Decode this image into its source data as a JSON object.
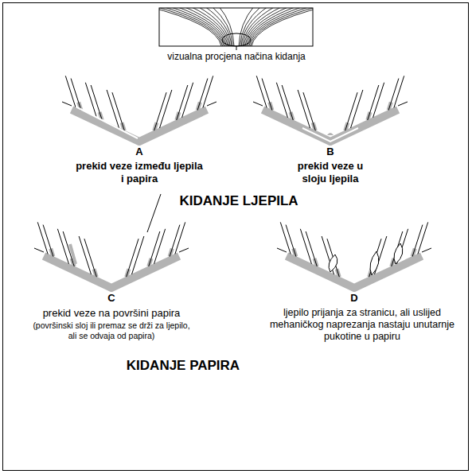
{
  "diagram": {
    "labels": [
      "vizualna procjena načina kidanja",
      "A",
      "prekid veze između ljepila i papira",
      "B",
      "prekid veze u sloju ljepila",
      "KIDANJE LJEPILA",
      "C",
      "prekid veze na površini papira",
      "(površinski sloj ili premaz se drži za ljepilo, ali se odvaja od papira)",
      "D",
      "ljepilo prijanja za stranicu, ali uslijed mehaničkog naprezanja nastaju unutarnje pukotine u papiru",
      "KIDANJE PAPIRA"
    ]
  }
}
